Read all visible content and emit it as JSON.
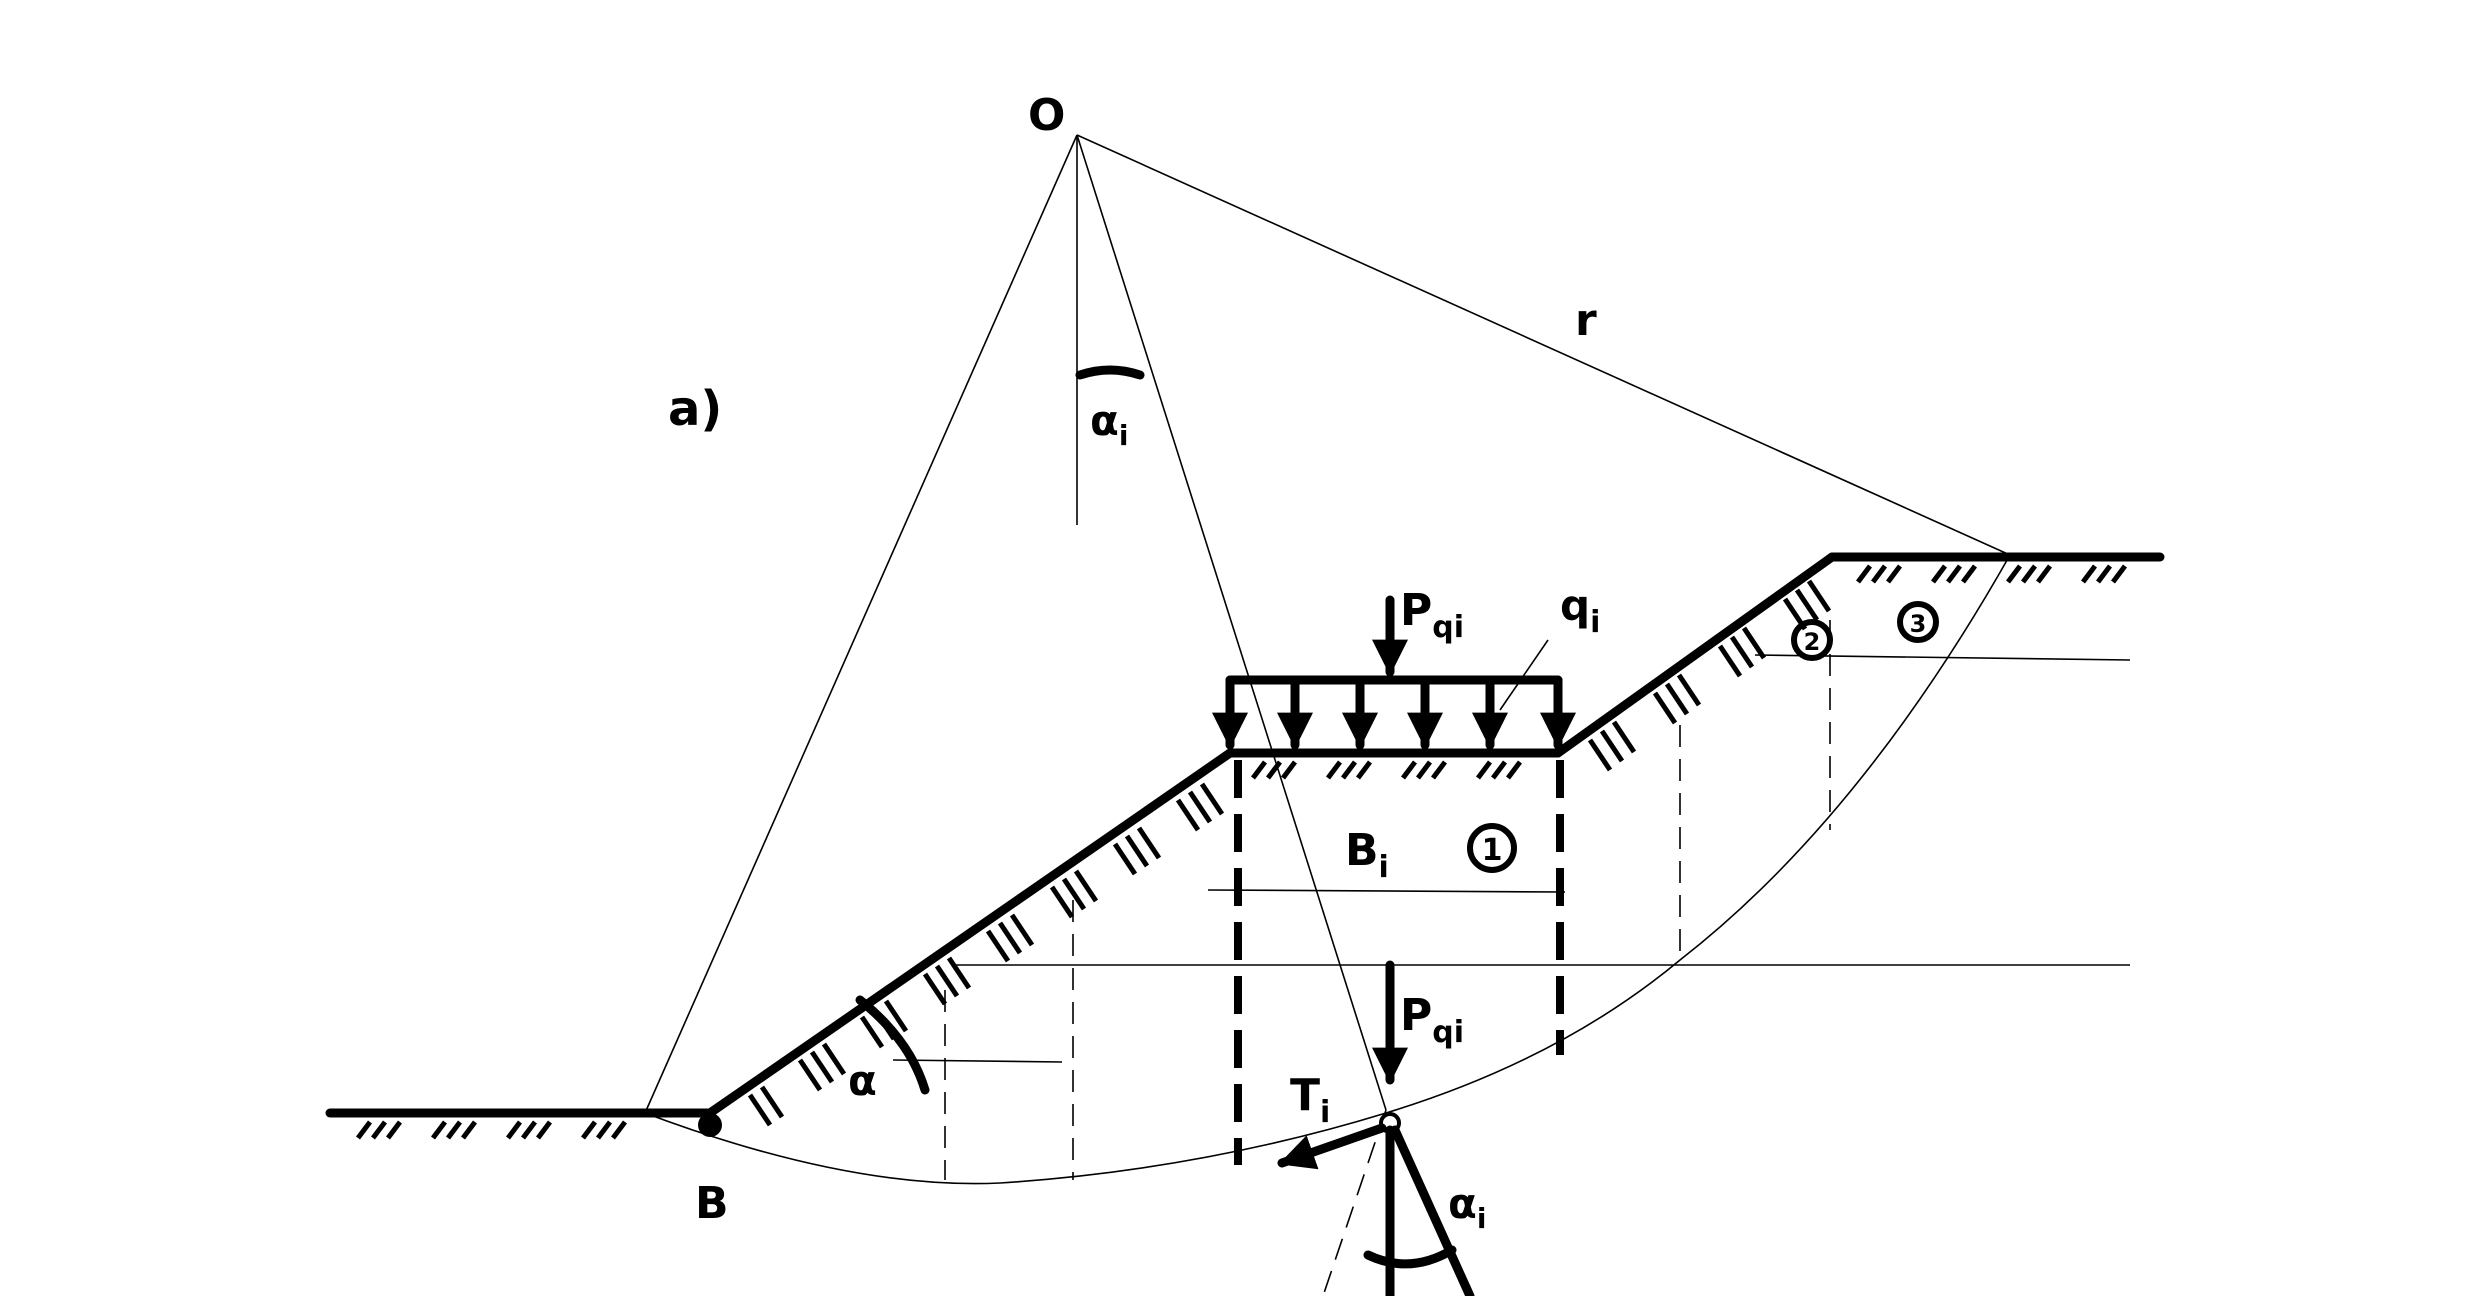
{
  "labels": {
    "part": "a)",
    "center": "O",
    "radius": "r",
    "toe": "B",
    "slope_angle": "α",
    "angle_top": "α",
    "angle_top_sub": "i",
    "angle_bottom": "α",
    "angle_bottom_sub": "i",
    "load_top": "P",
    "load_top_sub": "qi",
    "load_bottom": "P",
    "load_bottom_sub": "qi",
    "distributed_load": "q",
    "distributed_load_sub": "i",
    "width": "B",
    "width_sub": "i",
    "shear": "T",
    "shear_sub": "i",
    "layer_marker_1": "1",
    "layer_marker_2": "2",
    "layer_marker_3": "3"
  },
  "icons": {
    "hinge": "hinge-circle-icon",
    "toe_point": "filled-dot-icon"
  },
  "colors": {
    "ink": "#000000",
    "paper": "#ffffff"
  }
}
